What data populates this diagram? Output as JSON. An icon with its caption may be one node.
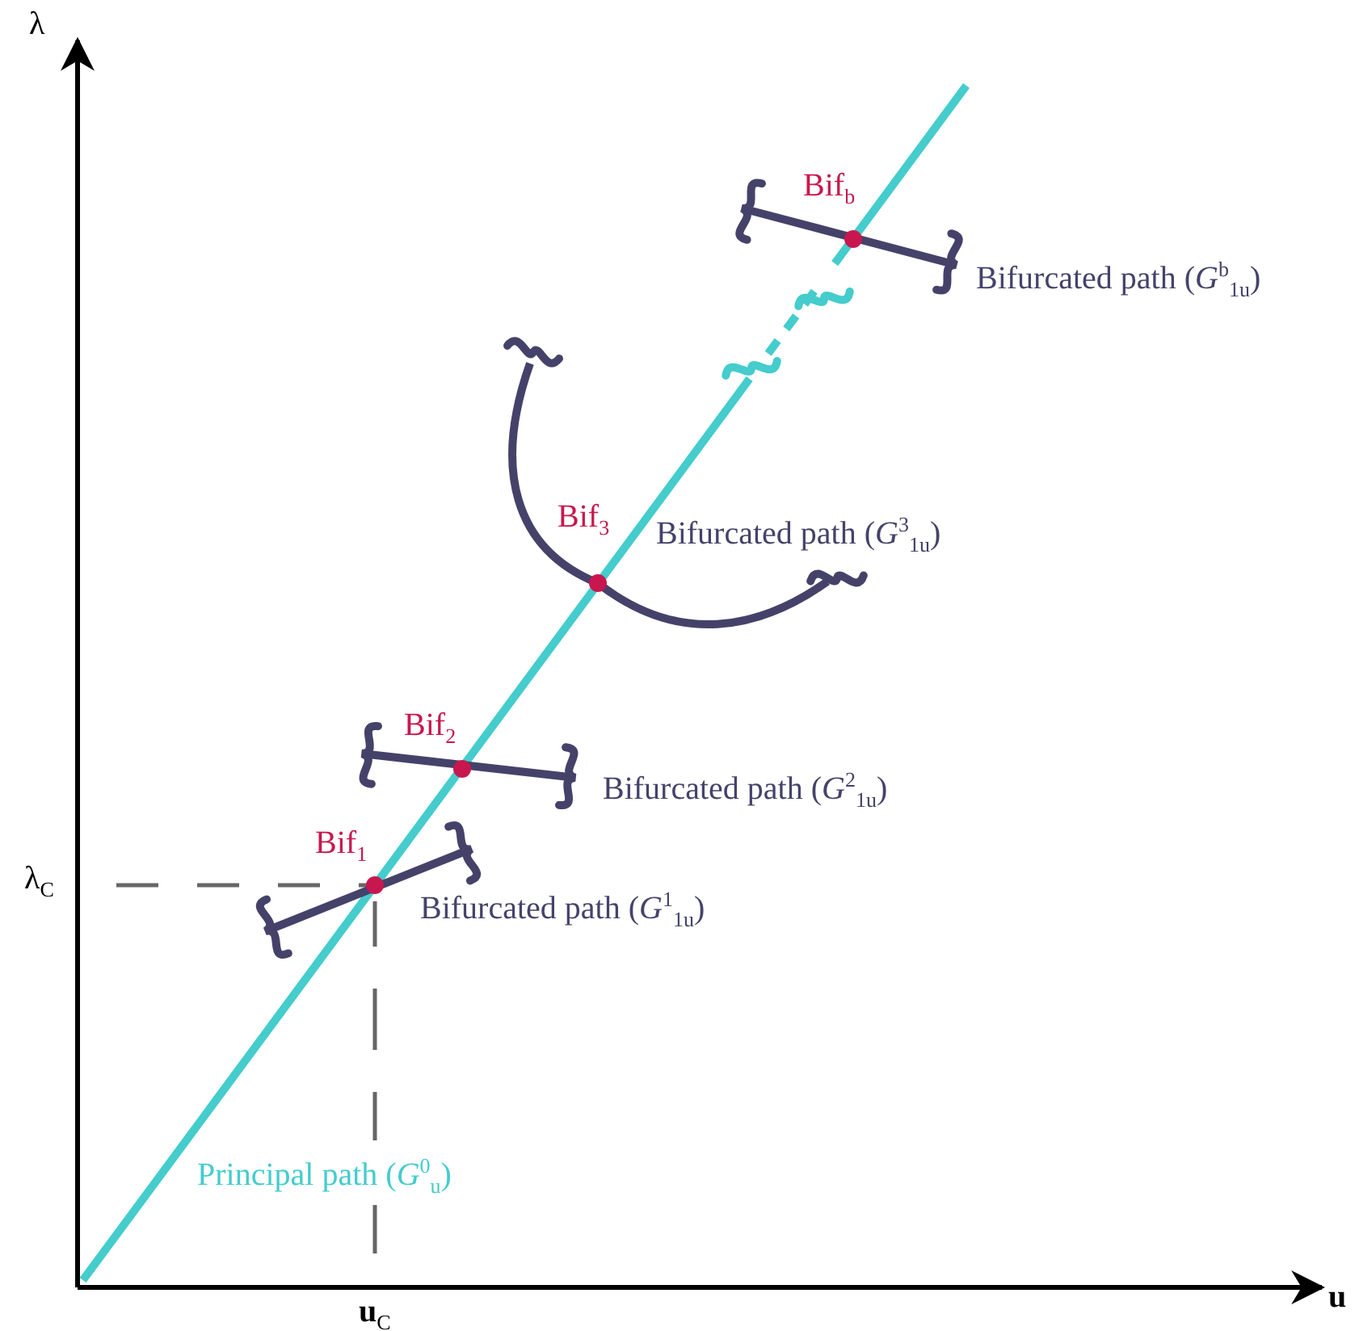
{
  "diagram": {
    "labels": [
      "λ",
      "Bif$_{b}$",
      "Bifurcated path (*G*$^{b}$$_{1u}$)",
      "Bif$_{3}$",
      "Bifurcated path (*G*$^{3}$$_{1u}$)",
      "Bif$_{2}$",
      "Bifurcated path (*G*$^{2}$$_{1u}$)",
      "Bif$_{1}$",
      "λ$_{C}$",
      "Bifurcated path (*G*$^{1}$$_{1u}$)",
      "Principal path (*G*$^{0}$$_{u}$)",
      "**u**",
      "**u**$_{C}$"
    ]
  }
}
